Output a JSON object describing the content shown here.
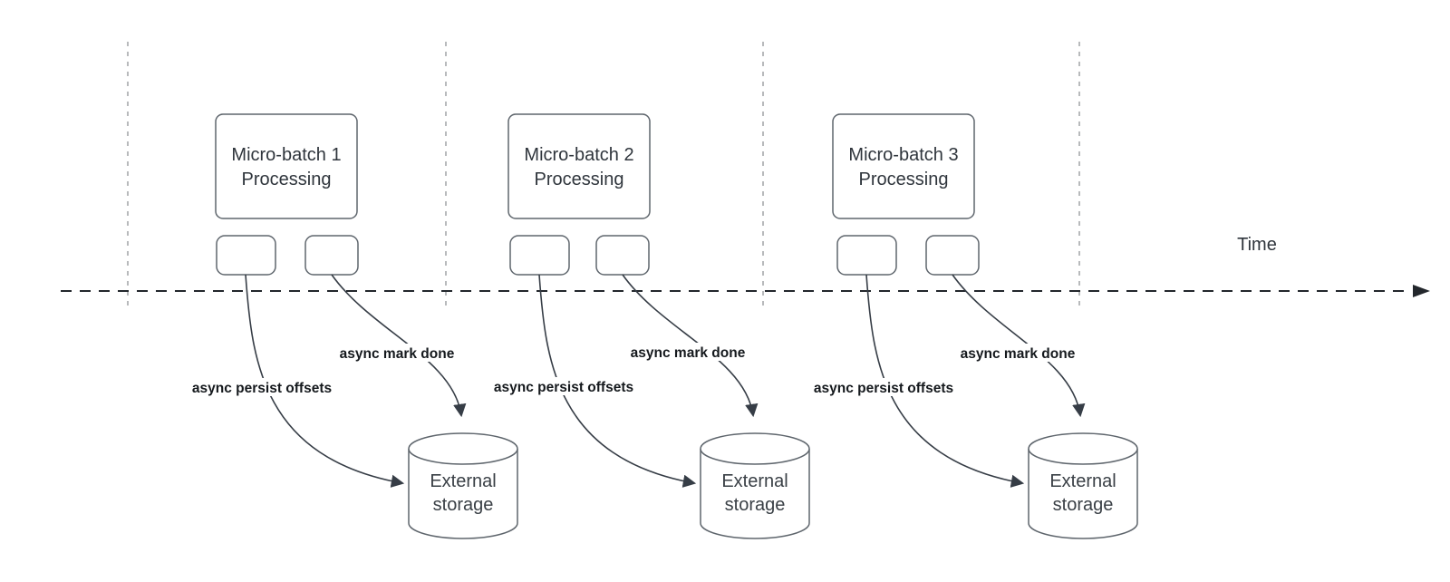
{
  "diagram": {
    "time_label": "Time",
    "colors": {
      "background": "#ffffff",
      "shape_border": "#5f666d",
      "shape_fill": "#ffffff",
      "guide_line": "#a7a9ac",
      "timeline": "#23272c",
      "arrow": "#363d46",
      "box_text": "#2f353c",
      "async_label_text": "#15191d"
    },
    "batches": [
      {
        "box_line1": "Micro-batch 1",
        "box_line2": "Processing",
        "persist_label": "async persist offsets",
        "mark_done_label": "async mark done",
        "storage_line1": "External",
        "storage_line2": "storage"
      },
      {
        "box_line1": "Micro-batch 2",
        "box_line2": "Processing",
        "persist_label": "async persist offsets",
        "mark_done_label": "async mark done",
        "storage_line1": "External",
        "storage_line2": "storage"
      },
      {
        "box_line1": "Micro-batch 3",
        "box_line2": "Processing",
        "persist_label": "async persist offsets",
        "mark_done_label": "async mark done",
        "storage_line1": "External",
        "storage_line2": "storage"
      }
    ]
  }
}
